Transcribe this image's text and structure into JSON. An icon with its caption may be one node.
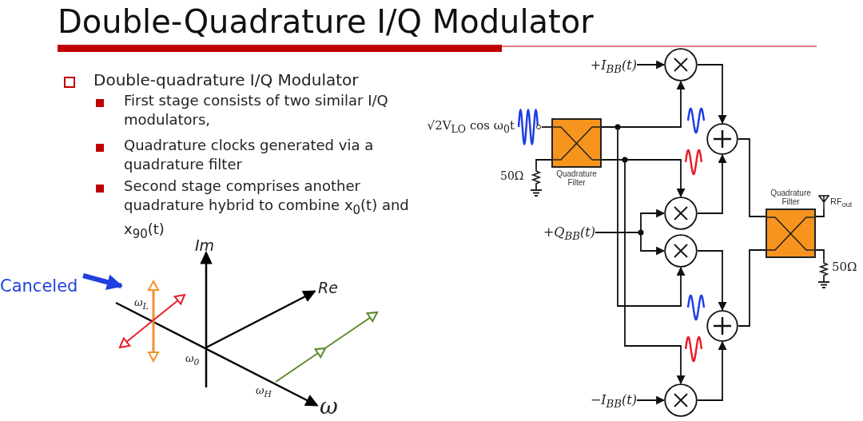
{
  "diagram": {
    "title": "Double-Quadrature I/Q Modulator",
    "nodes": [
      {
        "text": [
          "√2V$_{LO}$ cos ω$_{0}$t"
        ]
      },
      {
        "text": [
          "Quadrature Filter"
        ]
      },
      {
        "text": [
          "50Ω"
        ]
      },
      {
        "text": [
          "+I$_{BB}$(t)"
        ]
      },
      {
        "text": [],
        "shape": "circle"
      },
      {
        "text": [
          "+Q$_{BB}$(t)"
        ]
      },
      {
        "text": [],
        "shape": "circle"
      },
      {
        "text": [],
        "shape": "circle"
      },
      {
        "text": [
          "−I$_{BB}$(t)"
        ]
      },
      {
        "text": [],
        "shape": "circle"
      },
      {
        "text": [],
        "shape": "circle"
      },
      {
        "text": [],
        "shape": "circle"
      },
      {
        "text": [
          "Quadrature Filter"
        ]
      },
      {
        "text": [
          "RF$_{out}$"
        ]
      },
      {
        "text": [
          "50Ω"
        ]
      },
      {
        "text": [
          "Canceled"
        ]
      }
    ],
    "edges": [
      {
        "from": 0,
        "to": 1,
        "arrow": "none"
      },
      {
        "from": 1,
        "to": 2,
        "arrow": "none"
      },
      {
        "from": 3,
        "to": 4,
        "arrow": "to"
      },
      {
        "from": 1,
        "to": 4,
        "arrow": "to"
      },
      {
        "from": 1,
        "to": 7,
        "arrow": "to"
      },
      {
        "from": 1,
        "to": 6,
        "arrow": "to"
      },
      {
        "from": 1,
        "to": 9,
        "arrow": "to"
      },
      {
        "from": 5,
        "to": 6,
        "arrow": "to"
      },
      {
        "from": 5,
        "to": 7,
        "arrow": "to"
      },
      {
        "from": 8,
        "to": 9,
        "arrow": "to"
      },
      {
        "from": 4,
        "to": 10,
        "arrow": "to"
      },
      {
        "from": 6,
        "to": 10,
        "arrow": "to"
      },
      {
        "from": 7,
        "to": 11,
        "arrow": "to"
      },
      {
        "from": 9,
        "to": 11,
        "arrow": "to"
      },
      {
        "from": 10,
        "to": 12,
        "arrow": "none"
      },
      {
        "from": 11,
        "to": 12,
        "arrow": "none"
      },
      {
        "from": 12,
        "to": 13,
        "arrow": "none"
      },
      {
        "from": 12,
        "to": 14,
        "arrow": "none"
      },
      {
        "from": 15,
        "to": null,
        "arrow": "to",
        "style": "thick",
        "color": "#1f3fe0"
      }
    ],
    "labels": [
      "Double-quadrature I/Q Modulator",
      "First stage consists of two similar I/Q modulators,",
      "Quadrature clocks generated via a quadrature filter",
      "Second stage comprises another quadrature hybrid to combine x$_{0}$(t) and x$_{90}$(t)",
      "Im",
      "Re",
      "ω",
      "ω$_{L}$",
      "ω$_{0}$",
      "ω$_{H}$"
    ]
  }
}
